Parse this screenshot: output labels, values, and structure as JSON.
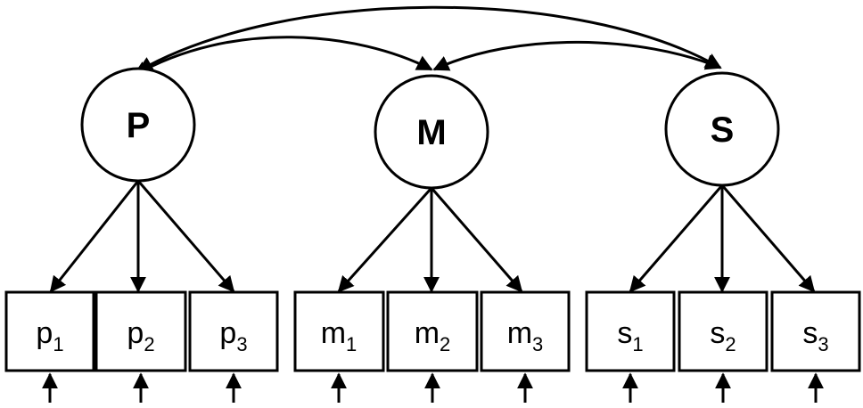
{
  "diagram": {
    "latents": [
      {
        "id": "P",
        "label": "P"
      },
      {
        "id": "M",
        "label": "M"
      },
      {
        "id": "S",
        "label": "S"
      }
    ],
    "indicators": [
      {
        "base": "p",
        "sub": "1",
        "factor": "P"
      },
      {
        "base": "p",
        "sub": "2",
        "factor": "P"
      },
      {
        "base": "p",
        "sub": "3",
        "factor": "P"
      },
      {
        "base": "m",
        "sub": "1",
        "factor": "M"
      },
      {
        "base": "m",
        "sub": "2",
        "factor": "M"
      },
      {
        "base": "m",
        "sub": "3",
        "factor": "M"
      },
      {
        "base": "s",
        "sub": "1",
        "factor": "S"
      },
      {
        "base": "s",
        "sub": "2",
        "factor": "S"
      },
      {
        "base": "s",
        "sub": "3",
        "factor": "S"
      }
    ],
    "covariances": [
      [
        "P",
        "M"
      ],
      [
        "M",
        "S"
      ],
      [
        "P",
        "S"
      ]
    ]
  }
}
